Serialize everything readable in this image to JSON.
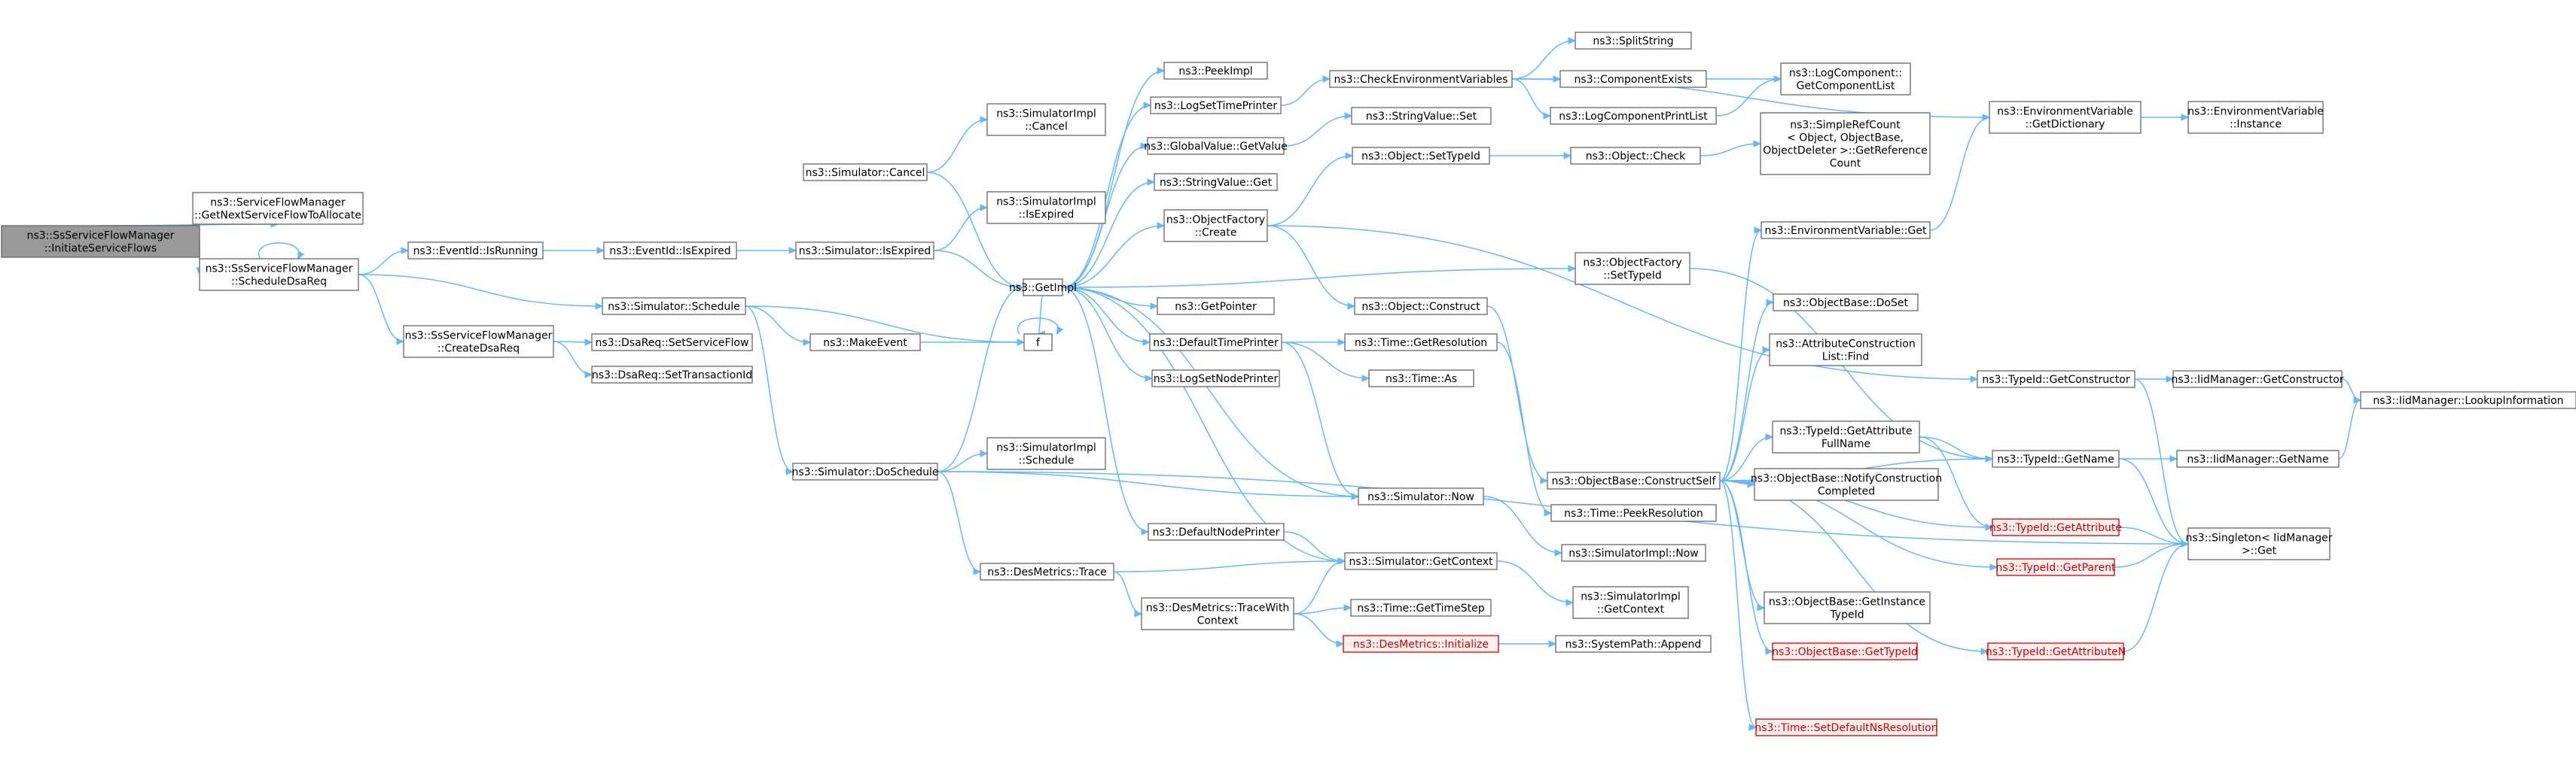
{
  "nodes": [
    {
      "id": "root",
      "lines": [
        "ns3::SsServiceFlowManager",
        "::InitiateServiceFlows"
      ],
      "style": "root"
    },
    {
      "id": "gnsfa",
      "lines": [
        "ns3::ServiceFlowManager",
        "::GetNextServiceFlowToAllocate"
      ]
    },
    {
      "id": "sdsa",
      "lines": [
        "ns3::SsServiceFlowManager",
        "::ScheduleDsaReq"
      ]
    },
    {
      "id": "cdsa",
      "lines": [
        "ns3::SsServiceFlowManager",
        "::CreateDsaReq"
      ]
    },
    {
      "id": "evrun",
      "lines": [
        "ns3::EventId::IsRunning"
      ]
    },
    {
      "id": "evexp",
      "lines": [
        "ns3::EventId::IsExpired"
      ]
    },
    {
      "id": "simsched",
      "lines": [
        "ns3::Simulator::Schedule"
      ]
    },
    {
      "id": "setsf",
      "lines": [
        "ns3::DsaReq::SetServiceFlow"
      ]
    },
    {
      "id": "settid",
      "lines": [
        "ns3::DsaReq::SetTransactionId"
      ]
    },
    {
      "id": "simcancel",
      "lines": [
        "ns3::Simulator::Cancel"
      ]
    },
    {
      "id": "simisexp",
      "lines": [
        "ns3::Simulator::IsExpired"
      ]
    },
    {
      "id": "makeev",
      "lines": [
        "ns3::MakeEvent"
      ]
    },
    {
      "id": "f",
      "lines": [
        "f"
      ]
    },
    {
      "id": "dosched",
      "lines": [
        "ns3::Simulator::DoSchedule"
      ]
    },
    {
      "id": "desmtrace",
      "lines": [
        "ns3::DesMetrics::Trace"
      ]
    },
    {
      "id": "simimplcancel",
      "lines": [
        "ns3::SimulatorImpl",
        "::Cancel"
      ]
    },
    {
      "id": "simimplisexp",
      "lines": [
        "ns3::SimulatorImpl",
        "::IsExpired"
      ]
    },
    {
      "id": "simimplsched",
      "lines": [
        "ns3::SimulatorImpl",
        "::Schedule"
      ]
    },
    {
      "id": "getimpl",
      "lines": [
        "ns3::GetImpl"
      ]
    },
    {
      "id": "tracewith",
      "lines": [
        "ns3::DesMetrics::TraceWith",
        "Context"
      ]
    },
    {
      "id": "peekimpl",
      "lines": [
        "ns3::PeekImpl"
      ]
    },
    {
      "id": "logsettp",
      "lines": [
        "ns3::LogSetTimePrinter"
      ]
    },
    {
      "id": "gvget",
      "lines": [
        "ns3::GlobalValue::GetValue"
      ]
    },
    {
      "id": "svget",
      "lines": [
        "ns3::StringValue::Get"
      ]
    },
    {
      "id": "ofcreate",
      "lines": [
        "ns3::ObjectFactory",
        "::Create"
      ]
    },
    {
      "id": "getptr",
      "lines": [
        "ns3::GetPointer"
      ]
    },
    {
      "id": "deftp",
      "lines": [
        "ns3::DefaultTimePrinter"
      ]
    },
    {
      "id": "logsetnp",
      "lines": [
        "ns3::LogSetNodePrinter"
      ]
    },
    {
      "id": "defnp",
      "lines": [
        "ns3::DefaultNodePrinter"
      ]
    },
    {
      "id": "checkenv",
      "lines": [
        "ns3::CheckEnvironmentVariables"
      ]
    },
    {
      "id": "svset",
      "lines": [
        "ns3::StringValue::Set"
      ]
    },
    {
      "id": "objsettid",
      "lines": [
        "ns3::Object::SetTypeId"
      ]
    },
    {
      "id": "ofsettid",
      "lines": [
        "ns3::ObjectFactory",
        "::SetTypeId"
      ]
    },
    {
      "id": "objconstruct",
      "lines": [
        "ns3::Object::Construct"
      ]
    },
    {
      "id": "timegetres",
      "lines": [
        "ns3::Time::GetResolution"
      ]
    },
    {
      "id": "timeas",
      "lines": [
        "ns3::Time::As"
      ]
    },
    {
      "id": "simnow",
      "lines": [
        "ns3::Simulator::Now"
      ]
    },
    {
      "id": "simgetctx",
      "lines": [
        "ns3::Simulator::GetContext"
      ]
    },
    {
      "id": "timegetts",
      "lines": [
        "ns3::Time::GetTimeStep"
      ]
    },
    {
      "id": "desminit",
      "lines": [
        "ns3::DesMetrics::Initialize"
      ],
      "style": "red"
    },
    {
      "id": "splitstr",
      "lines": [
        "ns3::SplitString"
      ]
    },
    {
      "id": "compexists",
      "lines": [
        "ns3::ComponentExists"
      ]
    },
    {
      "id": "logcpl",
      "lines": [
        "ns3::LogComponentPrintList"
      ]
    },
    {
      "id": "logcgcl",
      "lines": [
        "ns3::LogComponent::",
        "GetComponentList"
      ]
    },
    {
      "id": "objcheck",
      "lines": [
        "ns3::Object::Check"
      ]
    },
    {
      "id": "simplerc",
      "lines": [
        "ns3::SimpleRefCount",
        "< Object, ObjectBase,",
        "ObjectDeleter >::GetReference",
        "Count"
      ]
    },
    {
      "id": "obcs",
      "lines": [
        "ns3::ObjectBase::ConstructSelf"
      ]
    },
    {
      "id": "timepeekres",
      "lines": [
        "ns3::Time::PeekResolution"
      ]
    },
    {
      "id": "simimplnow",
      "lines": [
        "ns3::SimulatorImpl::Now"
      ]
    },
    {
      "id": "simimplgetctx",
      "lines": [
        "ns3::SimulatorImpl",
        "::GetContext"
      ]
    },
    {
      "id": "sysappend",
      "lines": [
        "ns3::SystemPath::Append"
      ]
    },
    {
      "id": "envget",
      "lines": [
        "ns3::EnvironmentVariable::Get"
      ]
    },
    {
      "id": "obdoset",
      "lines": [
        "ns3::ObjectBase::DoSet"
      ]
    },
    {
      "id": "acfind",
      "lines": [
        "ns3::AttributeConstruction",
        "List::Find"
      ]
    },
    {
      "id": "tidgafn",
      "lines": [
        "ns3::TypeId::GetAttribute",
        "FullName"
      ]
    },
    {
      "id": "obncc",
      "lines": [
        "ns3::ObjectBase::NotifyConstruction",
        "Completed"
      ]
    },
    {
      "id": "obgit",
      "lines": [
        "ns3::ObjectBase::GetInstance",
        "TypeId"
      ]
    },
    {
      "id": "obgettid",
      "lines": [
        "ns3::ObjectBase::GetTypeId"
      ],
      "style": "red"
    },
    {
      "id": "timesetdnr",
      "lines": [
        "ns3::Time::SetDefaultNsResolution"
      ],
      "style": "red"
    },
    {
      "id": "envgetdict",
      "lines": [
        "ns3::EnvironmentVariable",
        "::GetDictionary"
      ]
    },
    {
      "id": "tidgetctor",
      "lines": [
        "ns3::TypeId::GetConstructor"
      ]
    },
    {
      "id": "tidgetname",
      "lines": [
        "ns3::TypeId::GetName"
      ]
    },
    {
      "id": "tidgetattr",
      "lines": [
        "ns3::TypeId::GetAttribute"
      ],
      "style": "red"
    },
    {
      "id": "tidgetparent",
      "lines": [
        "ns3::TypeId::GetParent"
      ],
      "style": "red"
    },
    {
      "id": "tidgetattrn",
      "lines": [
        "ns3::TypeId::GetAttributeN"
      ],
      "style": "red"
    },
    {
      "id": "envinst",
      "lines": [
        "ns3::EnvironmentVariable",
        "::Instance"
      ]
    },
    {
      "id": "iidgetctor",
      "lines": [
        "ns3::IidManager::GetConstructor"
      ]
    },
    {
      "id": "iidgetname",
      "lines": [
        "ns3::IidManager::GetName"
      ]
    },
    {
      "id": "singleton",
      "lines": [
        "ns3::Singleton< IidManager",
        ">::Get"
      ]
    },
    {
      "id": "iidlookup",
      "lines": [
        "ns3::IidManager::LookupInformation"
      ]
    }
  ],
  "edges": [
    [
      "root",
      "gnsfa"
    ],
    [
      "root",
      "sdsa"
    ],
    [
      "sdsa",
      "sdsa"
    ],
    [
      "sdsa",
      "evrun"
    ],
    [
      "sdsa",
      "simsched"
    ],
    [
      "sdsa",
      "cdsa"
    ],
    [
      "cdsa",
      "setsf"
    ],
    [
      "cdsa",
      "settid"
    ],
    [
      "evrun",
      "evexp"
    ],
    [
      "evexp",
      "simisexp"
    ],
    [
      "simisexp",
      "simimplisexp"
    ],
    [
      "simisexp",
      "getimpl"
    ],
    [
      "simsched",
      "makeev"
    ],
    [
      "simsched",
      "f"
    ],
    [
      "simsched",
      "dosched"
    ],
    [
      "makeev",
      "f"
    ],
    [
      "f",
      "f"
    ],
    [
      "simcancel",
      "simimplcancel"
    ],
    [
      "simcancel",
      "getimpl"
    ],
    [
      "dosched",
      "simimplsched"
    ],
    [
      "dosched",
      "getimpl"
    ],
    [
      "dosched",
      "simnow"
    ],
    [
      "dosched",
      "desmtrace"
    ],
    [
      "dosched",
      "singleton"
    ],
    [
      "desmtrace",
      "simgetctx"
    ],
    [
      "desmtrace",
      "tracewith"
    ],
    [
      "tracewith",
      "simgetctx"
    ],
    [
      "tracewith",
      "timegetts"
    ],
    [
      "tracewith",
      "desminit"
    ],
    [
      "desminit",
      "sysappend"
    ],
    [
      "getimpl",
      "peekimpl"
    ],
    [
      "getimpl",
      "logsettp"
    ],
    [
      "getimpl",
      "gvget"
    ],
    [
      "getimpl",
      "svget"
    ],
    [
      "getimpl",
      "ofcreate"
    ],
    [
      "getimpl",
      "ofsettid"
    ],
    [
      "getimpl",
      "getptr"
    ],
    [
      "getimpl",
      "deftp"
    ],
    [
      "getimpl",
      "logsetnp"
    ],
    [
      "getimpl",
      "defnp"
    ],
    [
      "getimpl",
      "f"
    ],
    [
      "getimpl",
      "simnow"
    ],
    [
      "getimpl",
      "simgetctx"
    ],
    [
      "logsettp",
      "checkenv"
    ],
    [
      "gvget",
      "svset"
    ],
    [
      "ofcreate",
      "objsettid"
    ],
    [
      "ofcreate",
      "objconstruct"
    ],
    [
      "ofcreate",
      "tidgetctor"
    ],
    [
      "ofsettid",
      "tidgetname"
    ],
    [
      "deftp",
      "timegetres"
    ],
    [
      "deftp",
      "timeas"
    ],
    [
      "deftp",
      "simnow"
    ],
    [
      "defnp",
      "simgetctx"
    ],
    [
      "checkenv",
      "splitstr"
    ],
    [
      "checkenv",
      "compexists"
    ],
    [
      "checkenv",
      "logcpl"
    ],
    [
      "checkenv",
      "envgetdict"
    ],
    [
      "compexists",
      "logcgcl"
    ],
    [
      "logcpl",
      "logcgcl"
    ],
    [
      "objsettid",
      "objcheck"
    ],
    [
      "objcheck",
      "simplerc"
    ],
    [
      "objconstruct",
      "obcs"
    ],
    [
      "timegetres",
      "timepeekres"
    ],
    [
      "simnow",
      "simimplnow"
    ],
    [
      "simgetctx",
      "simimplgetctx"
    ],
    [
      "obcs",
      "envget"
    ],
    [
      "obcs",
      "obdoset"
    ],
    [
      "obcs",
      "acfind"
    ],
    [
      "obcs",
      "tidgafn"
    ],
    [
      "obcs",
      "tidgetname"
    ],
    [
      "obcs",
      "obncc"
    ],
    [
      "obcs",
      "obgit"
    ],
    [
      "obcs",
      "obgettid"
    ],
    [
      "obcs",
      "timesetdnr"
    ],
    [
      "obcs",
      "tidgetattr"
    ],
    [
      "obcs",
      "tidgetparent"
    ],
    [
      "obcs",
      "tidgetattrn"
    ],
    [
      "envget",
      "envgetdict"
    ],
    [
      "envgetdict",
      "envinst"
    ],
    [
      "tidgafn",
      "tidgetname"
    ],
    [
      "tidgafn",
      "tidgetattr"
    ],
    [
      "tidgetctor",
      "iidgetctor"
    ],
    [
      "tidgetctor",
      "singleton"
    ],
    [
      "iidgetctor",
      "iidlookup"
    ],
    [
      "tidgetname",
      "iidgetname"
    ],
    [
      "tidgetname",
      "singleton"
    ],
    [
      "iidgetname",
      "iidlookup"
    ],
    [
      "tidgetattr",
      "singleton"
    ],
    [
      "tidgetparent",
      "singleton"
    ],
    [
      "tidgetattrn",
      "singleton"
    ]
  ]
}
